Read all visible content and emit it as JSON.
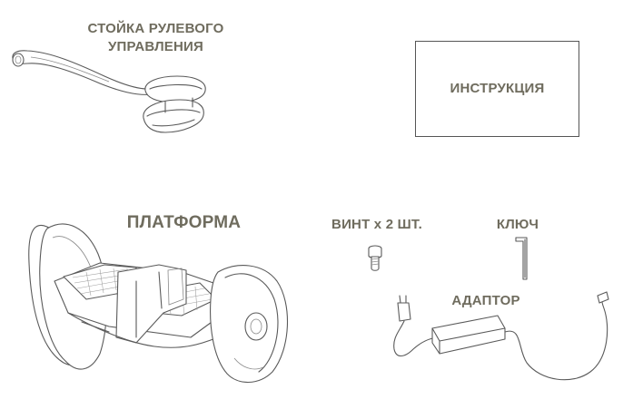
{
  "labels": {
    "handlebar_line1": "СТОЙКА РУЛЕВОГО",
    "handlebar_line2": "УПРАВЛЕНИЯ",
    "manual": "ИНСТРУКЦИЯ",
    "platform": "ПЛАТФОРМА",
    "screws": "ВИНТ х 2 ШТ.",
    "key": "КЛЮЧ",
    "adapter": "АДАПТОР"
  },
  "colors": {
    "label_text": "#6f6c5e",
    "line_art": "#5a5a5a"
  }
}
